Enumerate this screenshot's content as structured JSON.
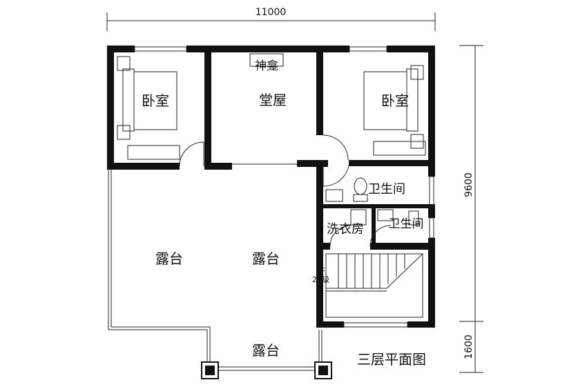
{
  "dimensions": {
    "width_total": "11000",
    "depth_main": "9600",
    "depth_terrace": "1600"
  },
  "rooms": {
    "bedroom_left": "卧室",
    "bedroom_right": "卧室",
    "shrine": "神龛",
    "hall": "堂屋",
    "bathroom": "卫生间",
    "laundry": "洗衣房",
    "wc_small": "卫生间",
    "terrace_1": "露台",
    "terrace_2": "露台",
    "terrace_3": "露台"
  },
  "stairs": {
    "direction": "下",
    "steps": "20级"
  },
  "title": "三层平面图"
}
